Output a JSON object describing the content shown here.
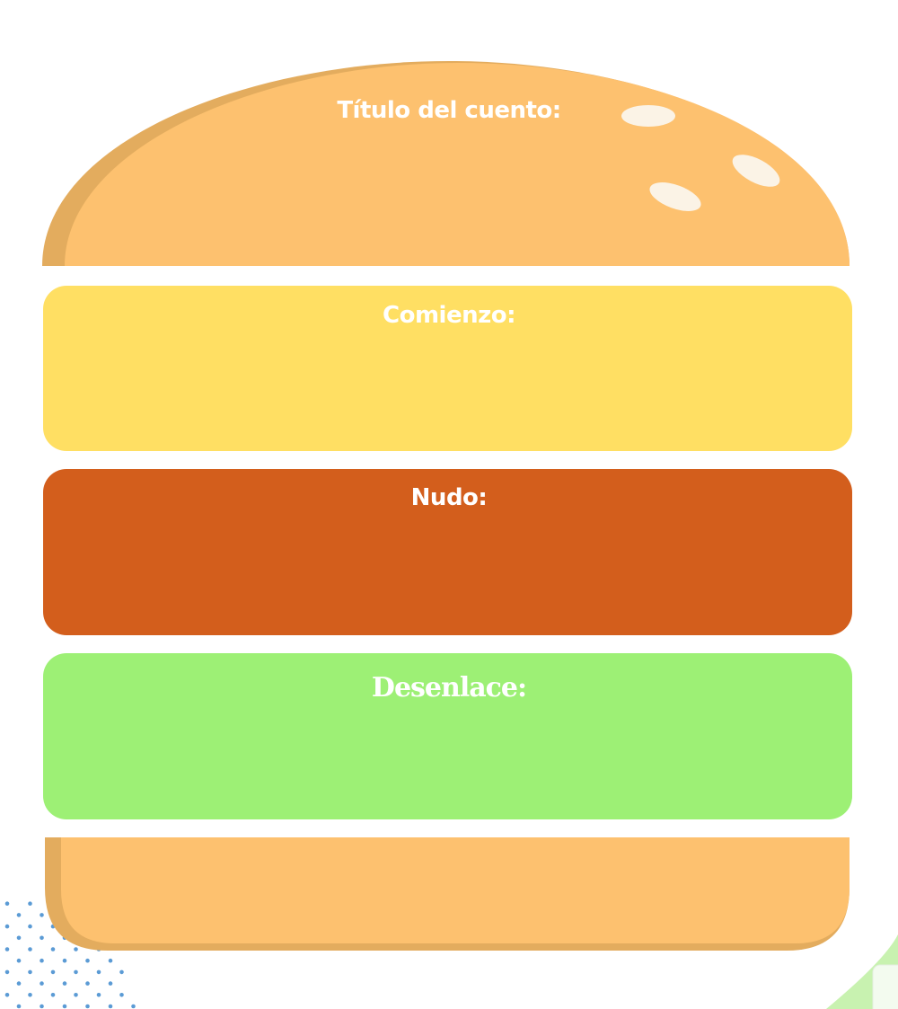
{
  "worksheet": {
    "sections": [
      {
        "label": "Título del cuento:",
        "color": "#FDC16F"
      },
      {
        "label": "Comienzo:",
        "color": "#FFDF63"
      },
      {
        "label": "Nudo:",
        "color": "#D35E1C"
      },
      {
        "label": "Desenlace:",
        "color": "#9DF075"
      }
    ],
    "bun_shadow_color": "#E3AC5E",
    "dots_color": "#5B9BD5"
  }
}
